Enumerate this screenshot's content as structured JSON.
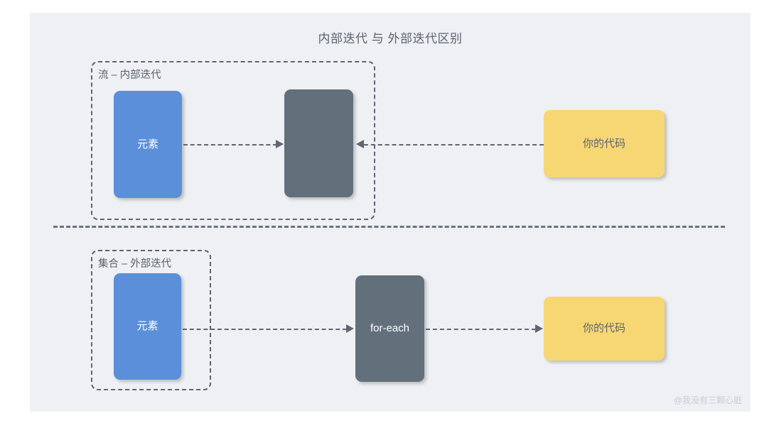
{
  "diagram": {
    "title": "内部迭代 与 外部迭代区别",
    "watermark": "@我没有三颗心脏",
    "colors": {
      "canvas": "#eef0f3",
      "blue": "#5b8fd9",
      "slate": "#62707c",
      "yellow": "#f7d774",
      "stroke": "#5f6672",
      "text_muted": "#5b6270"
    },
    "sections": [
      {
        "id": "internal",
        "group_label": "流 – 内部迭代",
        "nodes": [
          {
            "id": "internal-element",
            "label": "元素",
            "style": "blue"
          },
          {
            "id": "internal-stream-op",
            "label": "",
            "style": "slate"
          },
          {
            "id": "internal-your-code",
            "label": "你的代码",
            "style": "yellow"
          }
        ],
        "arrows": [
          {
            "id": "element-to-op",
            "direction": "right",
            "from": "internal-element",
            "to": "internal-stream-op"
          },
          {
            "id": "your-code-to-op",
            "direction": "left",
            "from": "internal-your-code",
            "to": "internal-stream-op"
          }
        ]
      },
      {
        "id": "external",
        "group_label": "集合 – 外部迭代",
        "nodes": [
          {
            "id": "external-element",
            "label": "元素",
            "style": "blue"
          },
          {
            "id": "external-for-each",
            "label": "for-each",
            "style": "slate"
          },
          {
            "id": "external-your-code",
            "label": "你的代码",
            "style": "yellow"
          }
        ],
        "arrows": [
          {
            "id": "element-to-foreach",
            "direction": "right",
            "from": "external-element",
            "to": "external-for-each"
          },
          {
            "id": "foreach-to-your-code",
            "direction": "right",
            "from": "external-for-each",
            "to": "external-your-code"
          }
        ]
      }
    ],
    "divider": {
      "id": "section-divider",
      "style": "dashed-horizontal"
    }
  }
}
